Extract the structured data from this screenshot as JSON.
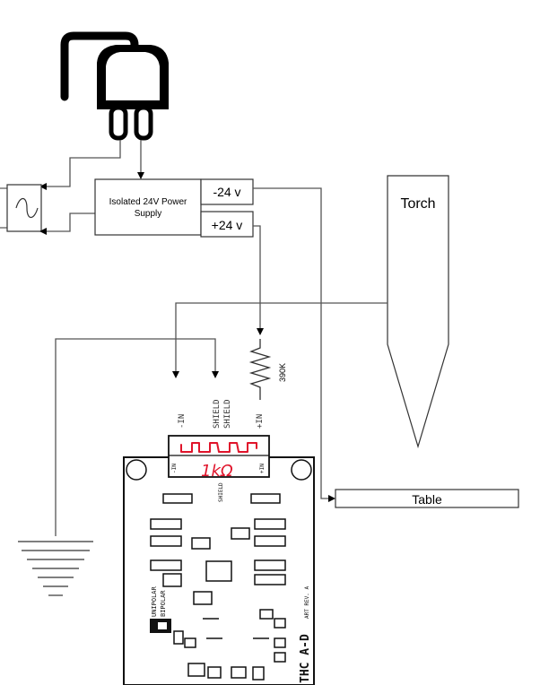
{
  "power_supply": {
    "label_line1": "Isolated 24V Power",
    "label_line2": "Supply",
    "neg_terminal": "-24 v",
    "pos_terminal": "+24 v"
  },
  "torch": {
    "label": "Torch"
  },
  "table": {
    "label": "Table"
  },
  "resistor": {
    "value": "390K"
  },
  "connector_pins": {
    "neg_in": "-IN",
    "shield1": "SHIELD",
    "shield2": "SHIELD",
    "pos_in": "+IN"
  },
  "annotation": {
    "text": "1kΩ",
    "color": "#e0142b"
  },
  "board": {
    "name": "THC A-D",
    "rev": "ART REV. A",
    "switch_top": "UNIPOLAR",
    "switch_bottom": "BIPOLAR"
  }
}
